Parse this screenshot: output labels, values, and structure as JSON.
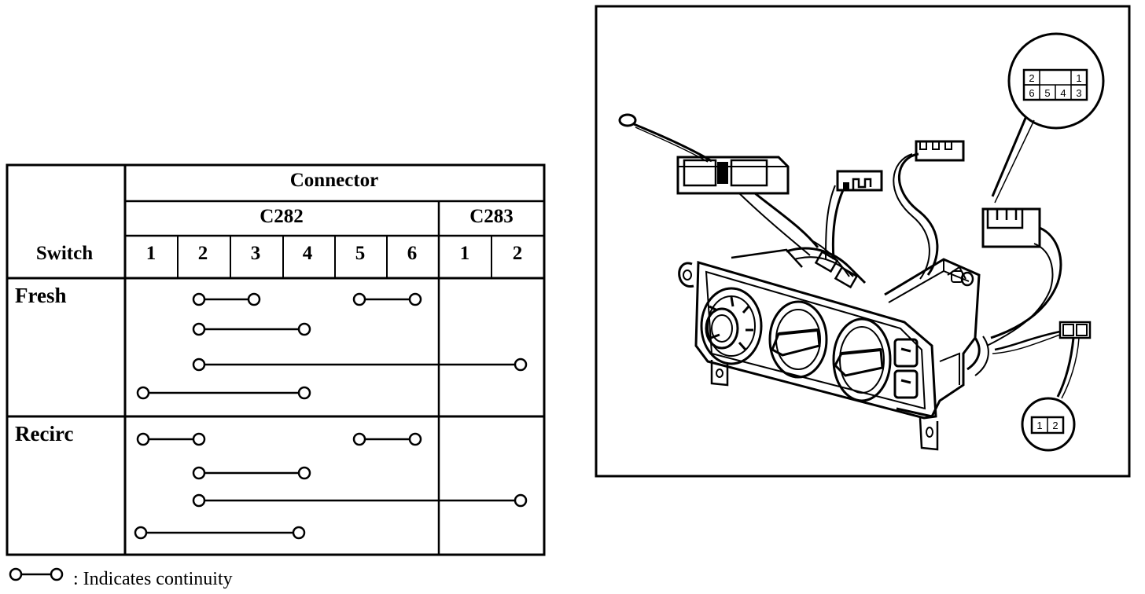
{
  "table": {
    "switch_header": "Switch",
    "connector_header": "Connector",
    "connectors": [
      {
        "name": "C282",
        "pins": [
          "1",
          "2",
          "3",
          "4",
          "5",
          "6"
        ]
      },
      {
        "name": "C283",
        "pins": [
          "1",
          "2"
        ]
      }
    ],
    "modes": [
      {
        "label": "Fresh",
        "continuity": [
          {
            "from": "C282-2",
            "to": "C282-3"
          },
          {
            "from": "C282-5",
            "to": "C282-6"
          },
          {
            "from": "C282-2",
            "to": "C282-4"
          },
          {
            "from": "C282-2",
            "to": "C283-2"
          },
          {
            "from": "C282-1",
            "to": "C282-4"
          }
        ]
      },
      {
        "label": "Recirc",
        "continuity": [
          {
            "from": "C282-1",
            "to": "C282-2"
          },
          {
            "from": "C282-5",
            "to": "C282-6"
          },
          {
            "from": "C282-2",
            "to": "C282-4"
          },
          {
            "from": "C282-2",
            "to": "C283-2"
          },
          {
            "from": "C282-1",
            "to": "C282-4"
          }
        ]
      }
    ]
  },
  "legend": {
    "text": ": Indicates continuity"
  },
  "illustration": {
    "connector_6pin": {
      "top_row": [
        "2",
        "1"
      ],
      "bottom_row": [
        "6",
        "5",
        "4",
        "3"
      ]
    },
    "connector_2pin": {
      "pins": [
        "1",
        "2"
      ]
    }
  }
}
